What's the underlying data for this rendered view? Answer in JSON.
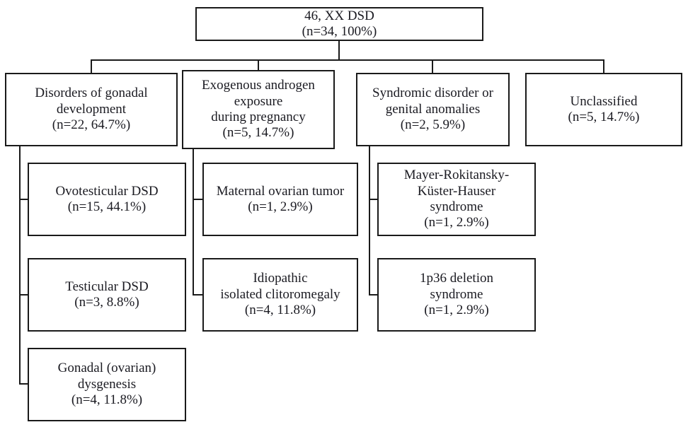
{
  "palette": {
    "background": "#ffffff",
    "box_border": "#1a1a1a",
    "connector_line": "#1a1a1a",
    "text": "#1b1b22"
  },
  "flowchart": {
    "root": {
      "label": "46, XX DSD\n(n=34, 100%)"
    },
    "branches": [
      {
        "label": "Disorders of gonadal\ndevelopment\n(n=22, 64.7%)",
        "children": [
          {
            "label": "Ovotesticular DSD\n(n=15, 44.1%)"
          },
          {
            "label": "Testicular DSD\n(n=3, 8.8%)"
          },
          {
            "label": "Gonadal (ovarian)\ndysgenesis\n(n=4, 11.8%)"
          }
        ]
      },
      {
        "label": "Exogenous androgen\nexposure\nduring pregnancy\n(n=5, 14.7%)",
        "children": [
          {
            "label": "Maternal ovarian tumor\n(n=1, 2.9%)"
          },
          {
            "label": "Idiopathic\nisolated clitoromegaly\n(n=4, 11.8%)"
          }
        ]
      },
      {
        "label": "Syndromic disorder or\ngenital anomalies\n(n=2, 5.9%)",
        "children": [
          {
            "label": "Mayer-Rokitansky-\nKüster-Hauser\nsyndrome\n(n=1, 2.9%)"
          },
          {
            "label": "1p36 deletion\nsyndrome\n(n=1, 2.9%)"
          }
        ]
      },
      {
        "label": "Unclassified\n(n=5, 14.7%)",
        "children": []
      }
    ]
  }
}
